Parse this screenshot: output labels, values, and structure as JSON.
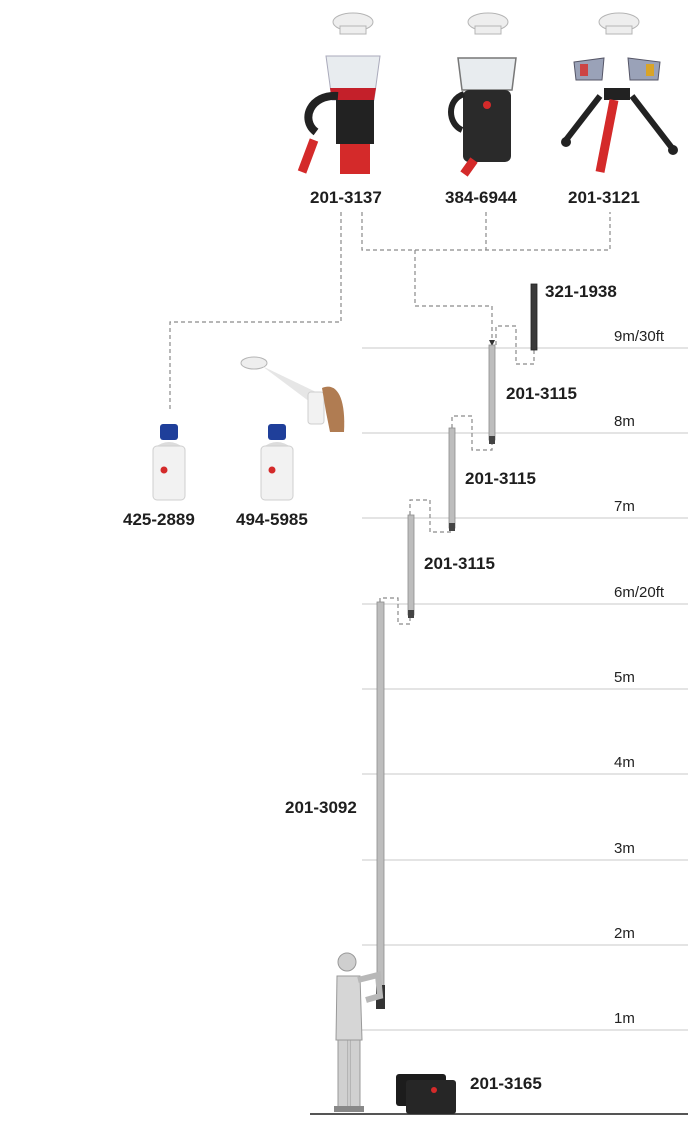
{
  "height_marks": [
    {
      "label": "9m/30ft"
    },
    {
      "label": "8m"
    },
    {
      "label": "7m"
    },
    {
      "label": "6m/20ft"
    },
    {
      "label": "5m"
    },
    {
      "label": "4m"
    },
    {
      "label": "3m"
    },
    {
      "label": "2m"
    },
    {
      "label": "1m"
    }
  ],
  "heads": [
    {
      "part": "201-3137"
    },
    {
      "part": "384-6944"
    },
    {
      "part": "201-3121"
    }
  ],
  "sprays": [
    {
      "part": "425-2889"
    },
    {
      "part": "494-5985"
    }
  ],
  "poles": {
    "top_part": "321-1938",
    "extension_1": "201-3115",
    "extension_2": "201-3115",
    "extension_3": "201-3115",
    "main_pole": "201-3092"
  },
  "bag": {
    "part": "201-3165"
  },
  "colors": {
    "red": "#d42a2a",
    "pole": "#bdbdbd",
    "can_blue": "#1f3f9a",
    "label_text": "#1e1e1e"
  }
}
